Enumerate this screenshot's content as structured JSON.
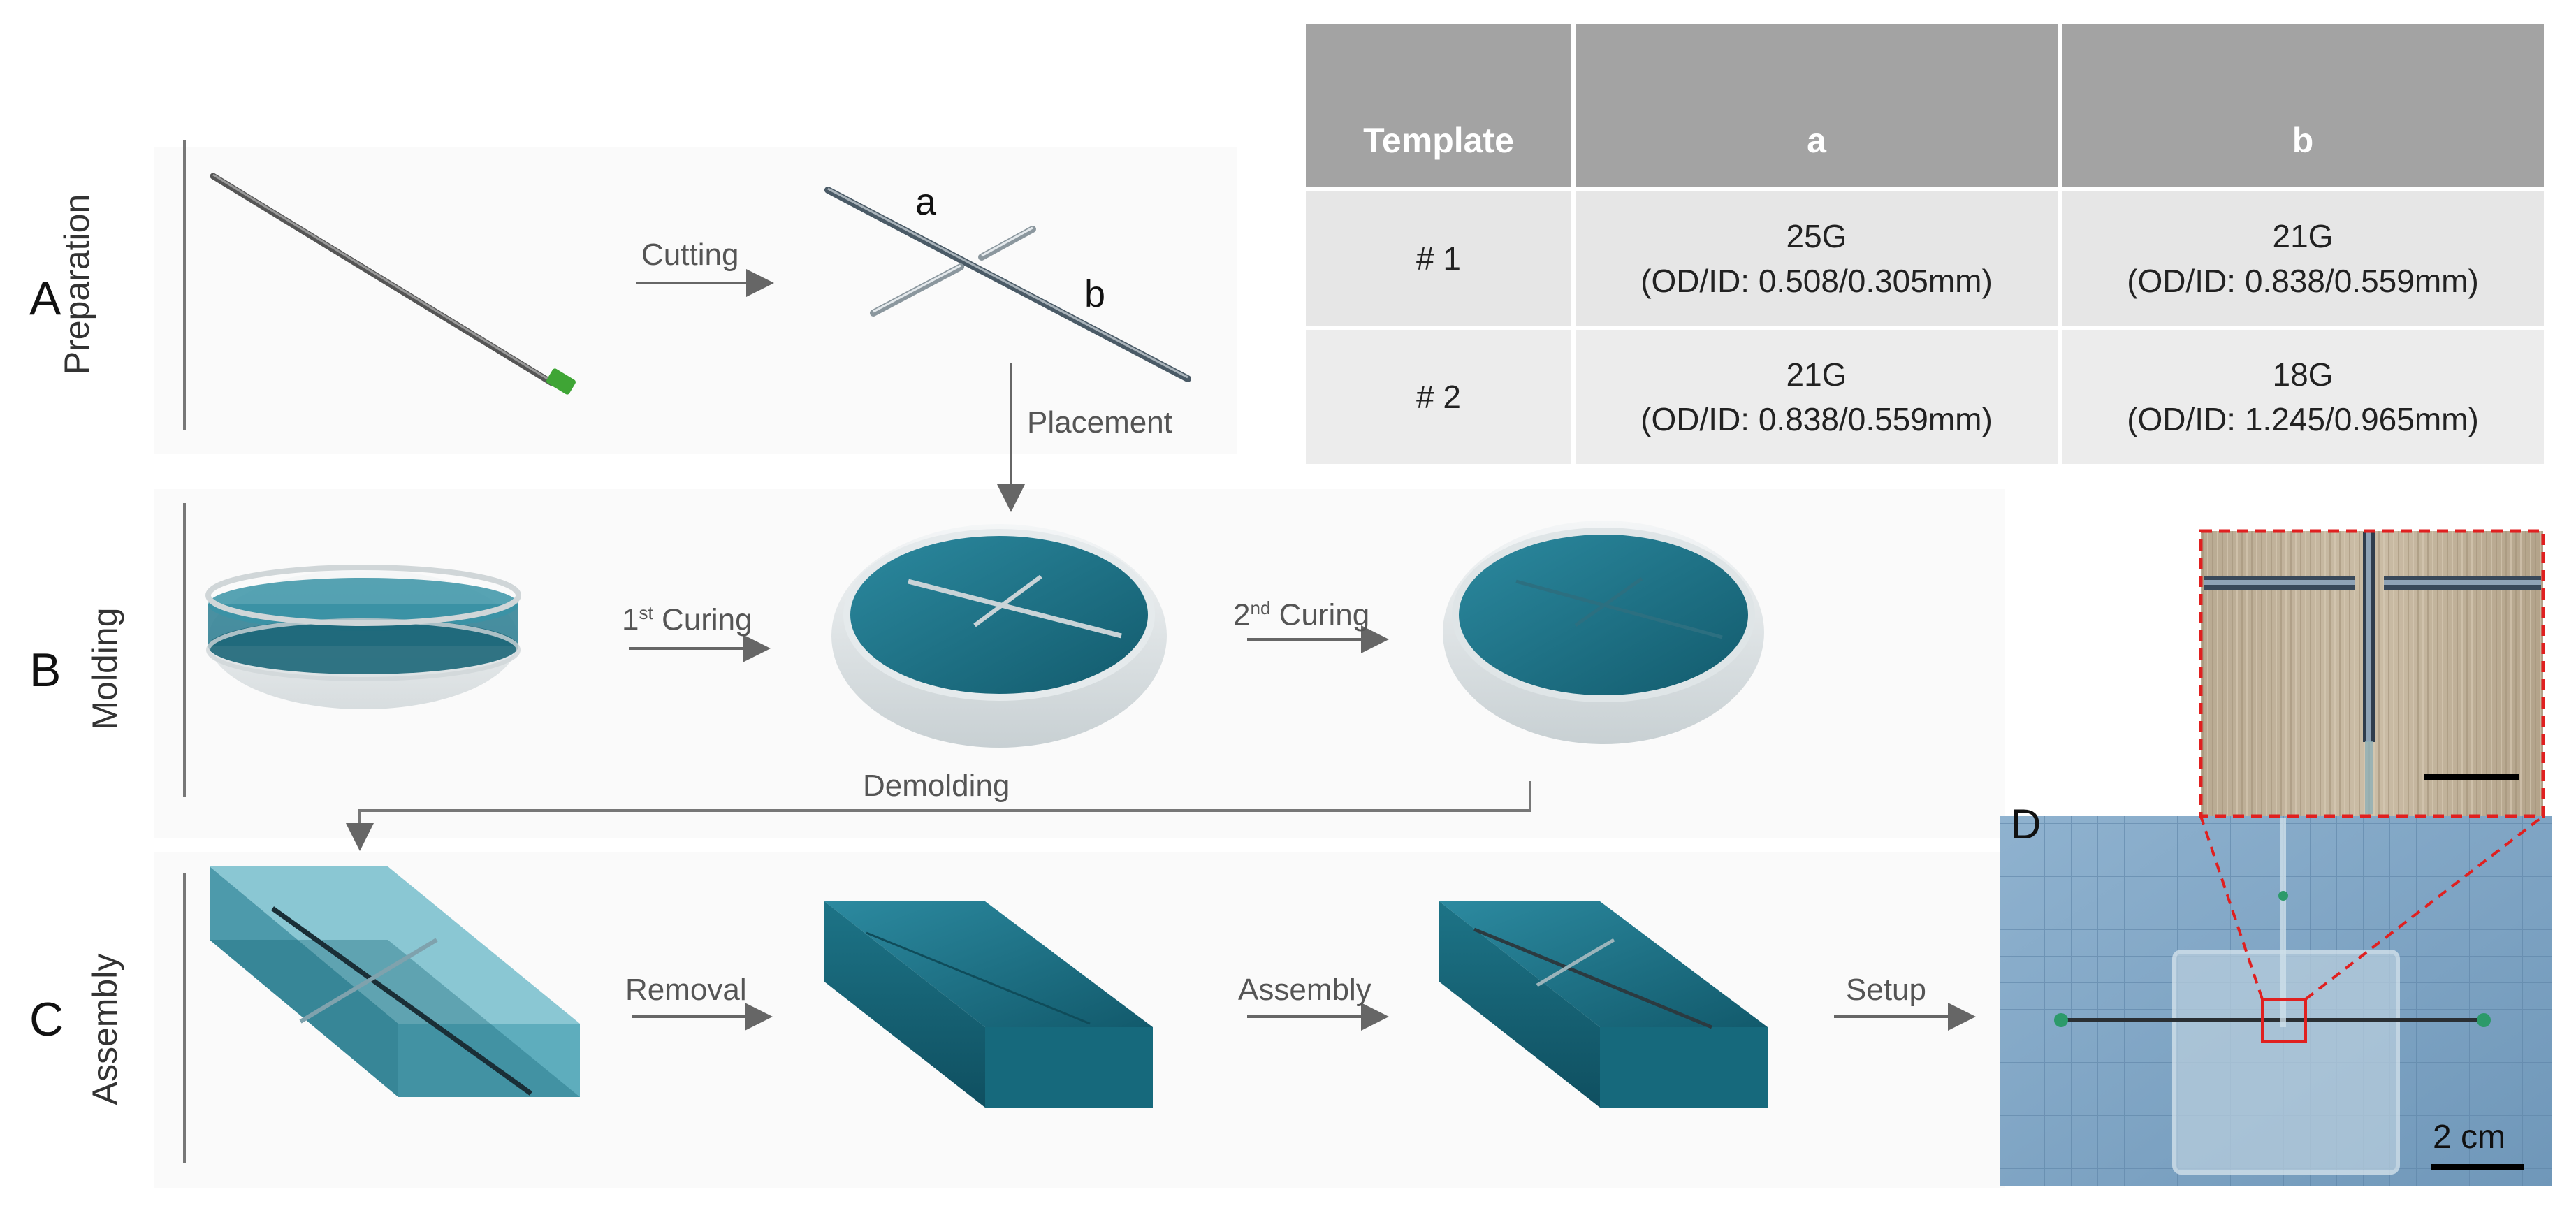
{
  "panels": {
    "a": "A",
    "b": "B",
    "c": "C",
    "d": "D"
  },
  "stages": {
    "preparation": "Preparation",
    "molding": "Molding",
    "assembly": "Assembly"
  },
  "steps": {
    "cutting": "Cutting",
    "placement": "Placement",
    "curing1_num": "1",
    "curing1_sup": "st",
    "curing1_text": " Curing",
    "curing2_num": "2",
    "curing2_sup": "nd",
    "curing2_text": " Curing",
    "demolding": "Demolding",
    "removal": "Removal",
    "assembly": "Assembly",
    "setup": "Setup"
  },
  "needle_labels": {
    "a": "a",
    "b": "b"
  },
  "table": {
    "headers": [
      "Template",
      "a",
      "b"
    ],
    "rows": [
      {
        "template": "# 1",
        "a_gauge": "25G",
        "a_dims": "(OD/ID: 0.508/0.305mm)",
        "b_gauge": "21G",
        "b_dims": "(OD/ID: 0.838/0.559mm)"
      },
      {
        "template": "# 2",
        "a_gauge": "21G",
        "a_dims": "(OD/ID: 0.838/0.559mm)",
        "b_gauge": "18G",
        "b_dims": "(OD/ID: 1.245/0.965mm)"
      }
    ]
  },
  "photo": {
    "scale_bar_label": "2 cm"
  },
  "colors": {
    "pdms_teal": "#1b6e82",
    "header_gray": "#a3a3a3",
    "cell_gray": "#e6e6e6",
    "arrow_gray": "#666666",
    "zoom_box_red": "#e02020",
    "photo_blue": "#7fa4c4"
  }
}
